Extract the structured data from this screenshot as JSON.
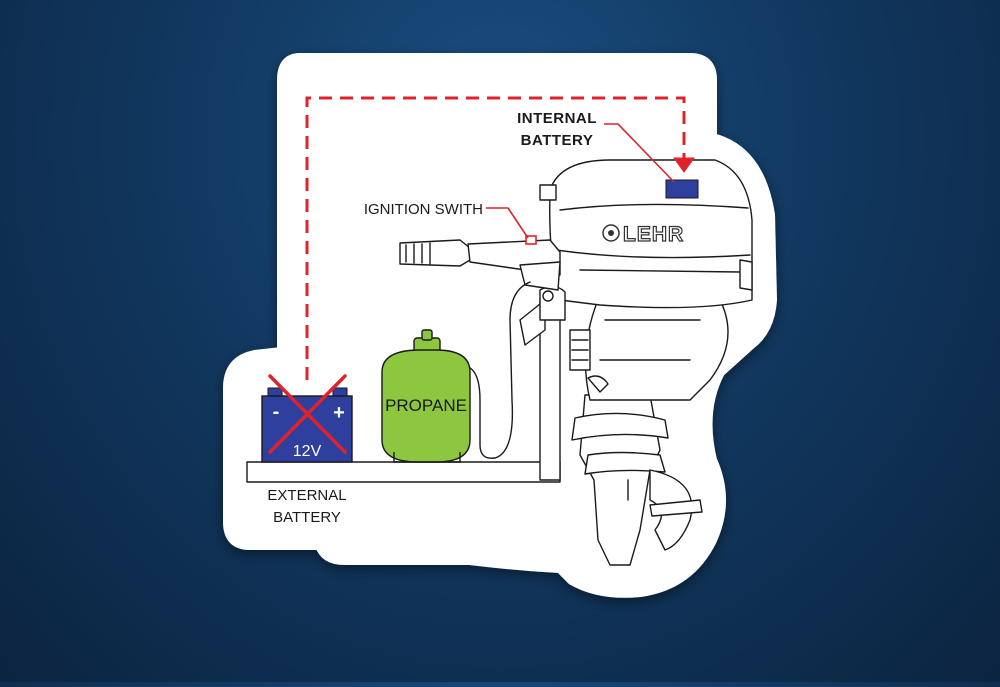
{
  "diagram": {
    "labels": {
      "internal_battery_line1": "INTERNAL",
      "internal_battery_line2": "BATTERY",
      "ignition_switch": "IGNITION SWITH",
      "propane": "PROPANE",
      "external_battery_line1": "EXTERNAL",
      "external_battery_line2": "BATTERY",
      "voltage": "12V",
      "brand": "LEHR",
      "battery_minus": "-",
      "battery_plus": "+"
    },
    "colors": {
      "wire_dashed": "#e0232b",
      "cross_out": "#e0232b",
      "battery": "#2e3f9e",
      "propane_tank": "#8dc63f",
      "background": "#123a63",
      "sticker": "#ffffff"
    },
    "icons": [
      "battery-icon",
      "propane-tank-icon",
      "outboard-motor-icon",
      "cross-out-icon",
      "arrow-icon"
    ]
  }
}
